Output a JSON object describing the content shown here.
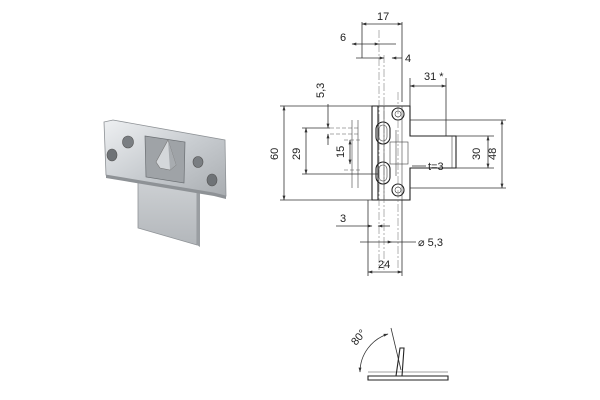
{
  "dimensions": {
    "top_17": "17",
    "top_6": "6",
    "top_4": "4",
    "top_31": "31 *",
    "left_5_3": "5,3",
    "left_60": "60",
    "left_29": "29",
    "left_15": "15",
    "right_30": "30",
    "right_48": "48",
    "thickness": "t=3",
    "bottom_3": "3",
    "bottom_hole": "⌀ 5,3",
    "bottom_24": "24",
    "angle": "80°"
  },
  "colors": {
    "metal_light": "#d9dcdf",
    "metal_mid": "#b8bcc0",
    "metal_dark": "#8e9296",
    "line": "#333333"
  }
}
